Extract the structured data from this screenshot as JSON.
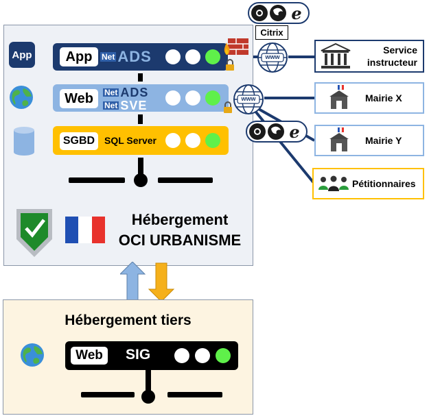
{
  "top_panel": {
    "tier_labels": {
      "app": "App"
    },
    "app_bar": {
      "label": "App",
      "logo_prefix": "Net",
      "logo_name": "ADS"
    },
    "web_bar": {
      "label": "Web",
      "logo1_prefix": "Net",
      "logo1_name": "ADS",
      "logo2_prefix": "Net",
      "logo2_name": "SVE"
    },
    "db_bar": {
      "label": "SGBD",
      "name": "SQL Server"
    },
    "title_line1": "Hébergement",
    "title_line2": "OCI URBANISME"
  },
  "bottom_panel": {
    "title": "Hébergement tiers",
    "sig_bar": {
      "label": "Web",
      "name": "SIG"
    }
  },
  "citrix": {
    "label": "Citrix"
  },
  "www_label": "www",
  "destinations": [
    {
      "label": "Service instructeur",
      "line1": "Service",
      "line2": "instructeur"
    },
    {
      "label": "Mairie X"
    },
    {
      "label": "Mairie Y"
    },
    {
      "label": "Pétitionnaires"
    }
  ],
  "colors": {
    "navy": "#1c3a6e",
    "web_blue": "#8db4e2",
    "db_orange": "#ffc000",
    "status_green": "#5ff04a",
    "top_panel_bg": "#eef1f6",
    "bottom_panel_bg": "#fdf4e1",
    "france_blue": "#1f4fb3",
    "france_red": "#e8322c",
    "shield_green": "#1e8a2a",
    "arrow_blue": "#8db4e2",
    "arrow_orange": "#f5b01b"
  },
  "icons": [
    "globe-icon",
    "database-icon",
    "shield-check-icon",
    "france-flag-icon",
    "firewall-icon",
    "lock-icon",
    "chrome-icon",
    "firefox-icon",
    "ie-icon",
    "www-globe-icon",
    "building-icon",
    "people-icon"
  ]
}
